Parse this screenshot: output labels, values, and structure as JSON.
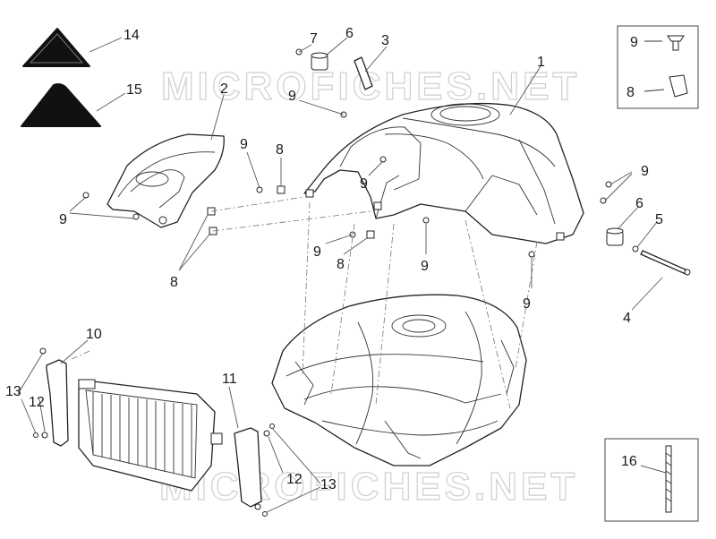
{
  "watermark": "MICROFICHES.NET",
  "callouts": {
    "c1": "1",
    "c2": "2",
    "c3": "3",
    "c4": "4",
    "c5": "5",
    "c6a": "6",
    "c6b": "6",
    "c7": "7",
    "c8a": "8",
    "c8b": "8",
    "c8c": "8",
    "c8d": "8",
    "c9a": "9",
    "c9b": "9",
    "c9c": "9",
    "c9d": "9",
    "c9e": "9",
    "c9f": "9",
    "c9g": "9",
    "c9h": "9",
    "c9i": "9",
    "c10": "10",
    "c11": "11",
    "c12a": "12",
    "c12b": "12",
    "c13a": "13",
    "c13b": "13",
    "c14": "14",
    "c15": "15",
    "c16": "16"
  },
  "colors": {
    "ink": "#222222",
    "watermark": "#cfcfcf",
    "leader": "#555555"
  }
}
